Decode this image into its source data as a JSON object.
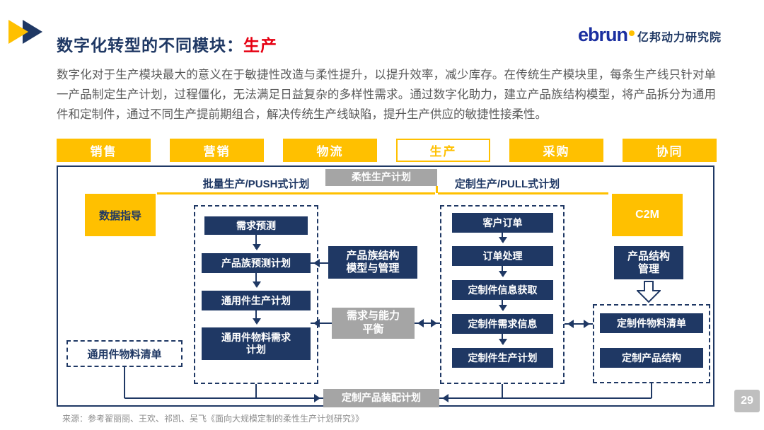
{
  "header": {
    "title_prefix": "数字化转型的不同模块：",
    "title_highlight": "生产",
    "logo_brand": "ebrun",
    "logo_name": "亿邦动力研究院"
  },
  "intro": "数字化对于生产模块最大的意义在于敏捷性改造与柔性提升，以提升效率，减少库存。在传统生产模块里，每条生产线只针对单一产品制定生产计划，过程僵化，无法满足日益复杂的多样性需求。通过数字化助力，建立产品族结构模型，将产品拆分为通用件和定制件，通过不同生产提前期组合，解决传统生产线缺陷，提升生产供应的敏捷性接柔性。",
  "tabs": [
    {
      "label": "销售",
      "active": false
    },
    {
      "label": "营销",
      "active": false
    },
    {
      "label": "物流",
      "active": false
    },
    {
      "label": "生产",
      "active": true
    },
    {
      "label": "采购",
      "active": false
    },
    {
      "label": "协同",
      "active": false
    }
  ],
  "diagram": {
    "top_label": "柔性生产计划",
    "left_side": {
      "data_guidance": "数据指导",
      "common_bom": "通用件物料清单"
    },
    "push": {
      "header": "批量生产/PUSH式计划",
      "box1": "需求预测",
      "box2": "产品族预测计划",
      "box3": "通用件生产计划",
      "box4_line1": "通用件物料需求",
      "box4_line2": "计划"
    },
    "center": {
      "model_line1": "产品族结构",
      "model_line2": "模型与管理",
      "balance_line1": "需求与能力",
      "balance_line2": "平衡",
      "assembly": "定制产品装配计划"
    },
    "pull": {
      "header": "定制生产/PULL式计划",
      "box1": "客户订单",
      "box2": "订单处理",
      "box3": "定制件信息获取",
      "box4": "定制件需求信息",
      "box5": "定制件生产计划"
    },
    "right_side": {
      "c2m": "C2M",
      "structure_line1": "产品结构",
      "structure_line2": "管理",
      "custom_bom": "定制件物料清单",
      "custom_structure": "定制产品结构"
    }
  },
  "footer": {
    "source": "来源：参考翟丽丽、王欢、祁凯、吴飞《面向大规模定制的柔性生产计划研究》》",
    "page_number": "29"
  },
  "colors": {
    "accent_yellow": "#FFC000",
    "navy": "#1F3864",
    "highlight_red": "#E60012",
    "box_gray": "#A5A5A5"
  }
}
